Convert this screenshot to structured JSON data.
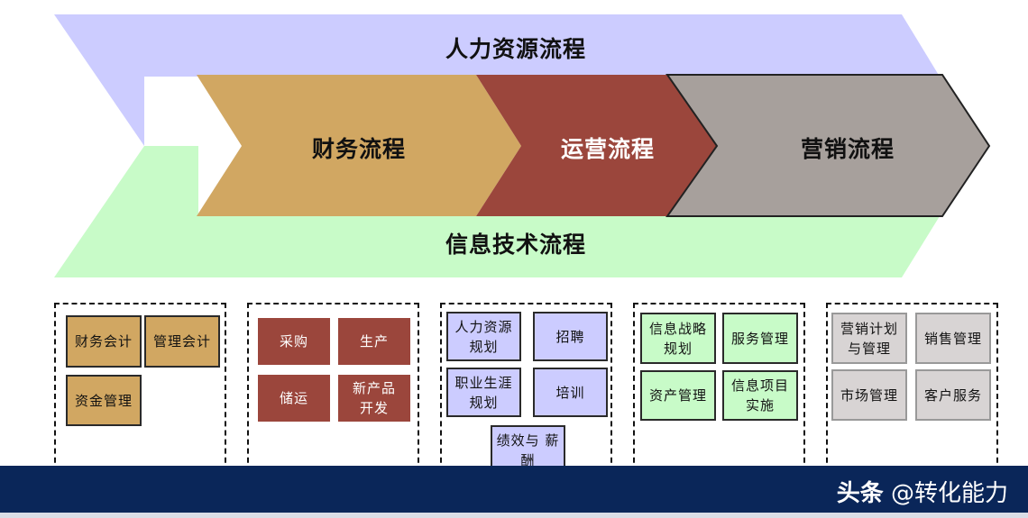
{
  "bands": {
    "hr_process": "人力资源流程",
    "it_process": "信息技术流程"
  },
  "chevrons": {
    "finance": "财务流程",
    "operations": "运营流程",
    "marketing": "营销流程"
  },
  "groups": {
    "finance": [
      "财务会计",
      "管理会计",
      "资金管理"
    ],
    "operations": [
      "采购",
      "生产",
      "储运",
      "新产品\n开发"
    ],
    "hr": [
      "人力资源\n规划",
      "招聘",
      "职业生涯\n规划",
      "培训",
      "绩效与 薪\n酬"
    ],
    "it": [
      "信息战略\n规划",
      "服务管理",
      "资产管理",
      "信息项目\n实施"
    ],
    "marketing": [
      "营销计划\n与管理",
      "销售管理",
      "市场管理",
      "客户服务"
    ]
  },
  "colors": {
    "hr_band": "#ccccff",
    "it_band": "#c8fbc8",
    "finance": "#d1a762",
    "operations": "#9b463c",
    "marketing": "#a7a09c",
    "footer": "#0a2659"
  },
  "footer": {
    "brand": "头条",
    "handle": "@转化能力"
  }
}
